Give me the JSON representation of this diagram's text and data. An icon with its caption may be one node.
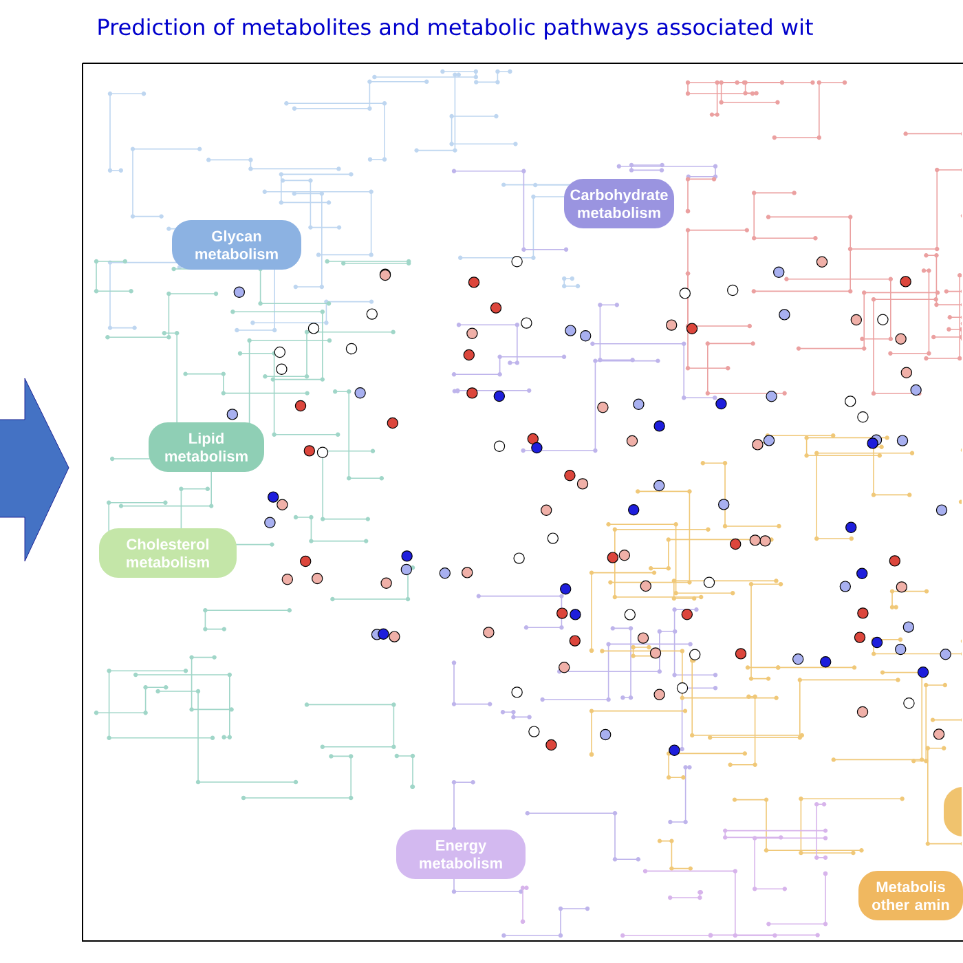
{
  "diagram": {
    "title": "Prediction of metabolites and metabolic pathways associated wit",
    "nodes": [
      {
        "text": [
          "Glycan metabolism"
        ]
      },
      {
        "text": [
          "Carbohydrate metabolism"
        ]
      },
      {
        "text": [
          "Lipid metabolism"
        ]
      },
      {
        "text": [
          "Cholesterol metabolism"
        ]
      },
      {
        "text": [
          "Energy metabolism"
        ]
      },
      {
        "text": [
          "Metabolis other amin"
        ]
      }
    ]
  }
}
